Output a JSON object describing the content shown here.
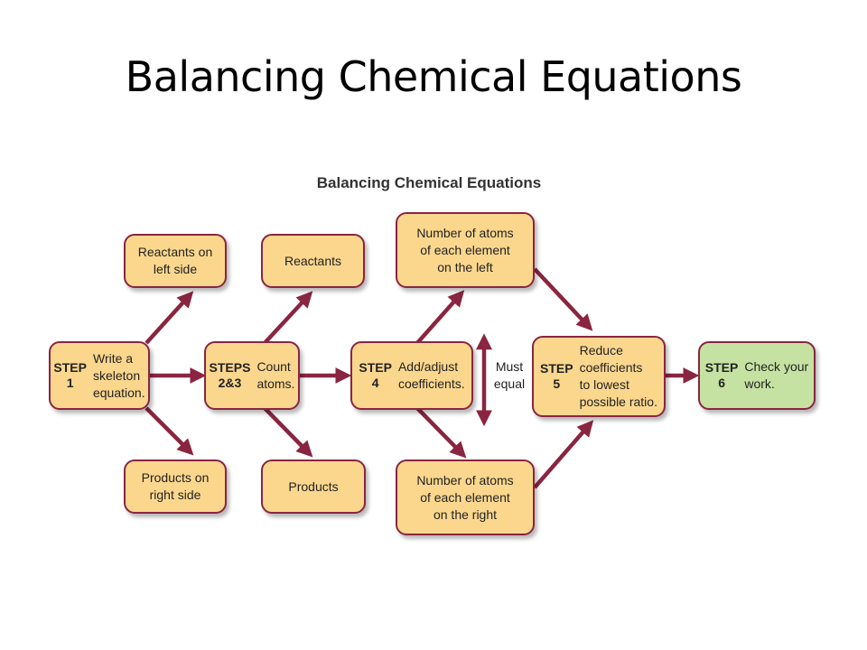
{
  "slide_title": "Balancing Chemical Equations",
  "diagram": {
    "title": "Balancing Chemical Equations",
    "step1": {
      "label": "STEP\n1",
      "text": "Write a\nskeleton\nequation."
    },
    "reactants_left": {
      "text": "Reactants on\nleft side"
    },
    "products_right": {
      "text": "Products on\nright side"
    },
    "steps23": {
      "label": "STEPS\n2&3",
      "text": "Count\natoms."
    },
    "reactants": {
      "text": "Reactants"
    },
    "products": {
      "text": "Products"
    },
    "atoms_left": {
      "text": "Number of atoms\nof each element\non the left"
    },
    "atoms_right": {
      "text": "Number of atoms\nof each element\non the right"
    },
    "step4": {
      "label": "STEP\n4",
      "text": "Add/adjust\ncoefficients."
    },
    "must_equal": "Must\nequal",
    "step5": {
      "label": "STEP\n5",
      "text": "Reduce\ncoefficients\nto lowest\npossible ratio."
    },
    "step6": {
      "label": "STEP\n6",
      "text": "Check your\nwork."
    }
  },
  "colors": {
    "box_fill": "#fbd78e",
    "box_border": "#8a2541",
    "final_box_fill": "#c6e2a3",
    "arrow": "#8a2541"
  }
}
